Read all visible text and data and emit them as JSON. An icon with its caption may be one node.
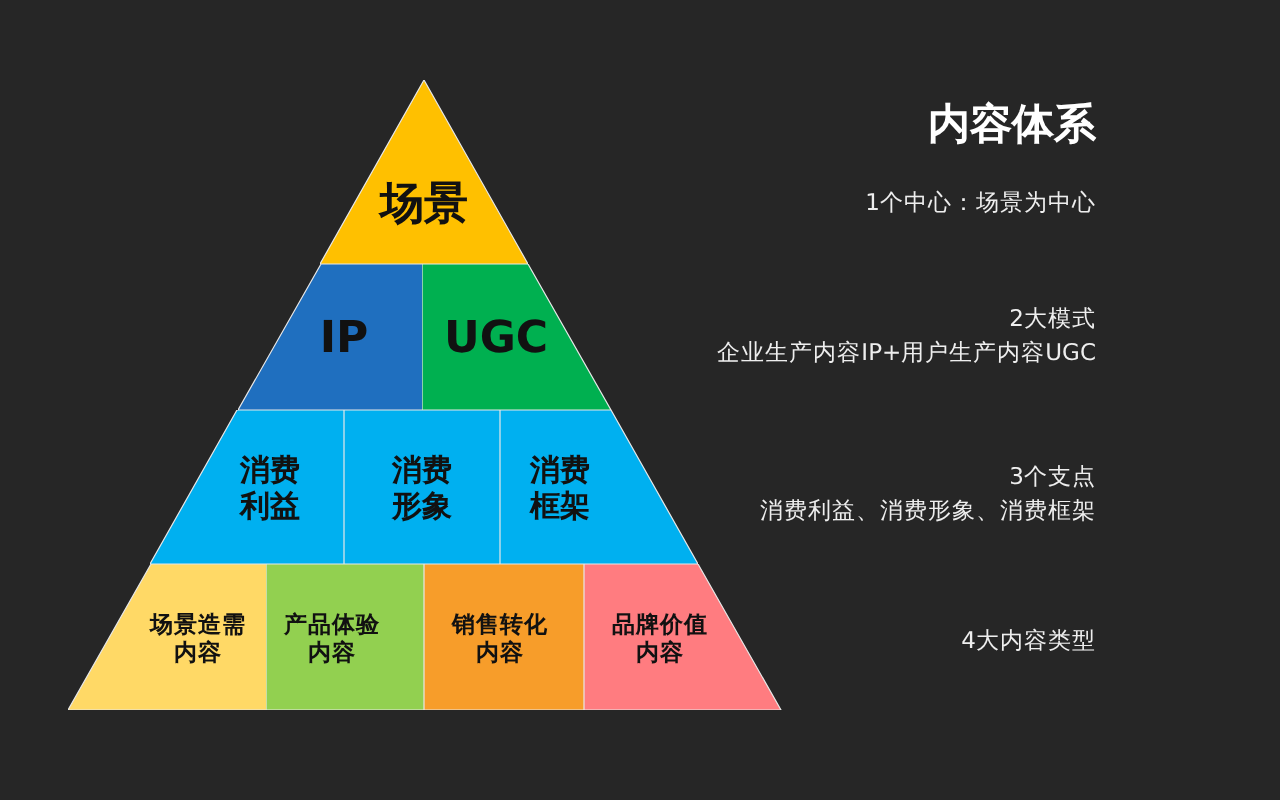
{
  "diagram": {
    "title": "内容体系",
    "nodes": [
      {
        "text": [
          "场景"
        ]
      },
      {
        "text": [
          "IP"
        ]
      },
      {
        "text": [
          "UGC"
        ]
      },
      {
        "text": [
          "消费利益"
        ]
      },
      {
        "text": [
          "消费形象"
        ]
      },
      {
        "text": [
          "消费框架"
        ]
      },
      {
        "text": [
          "场景造需内容"
        ]
      },
      {
        "text": [
          "产品体验内容"
        ]
      },
      {
        "text": [
          "销售转化内容"
        ]
      },
      {
        "text": [
          "品牌价值内容"
        ]
      }
    ],
    "labels": [
      "1个中心：场景为中心",
      "2大模式",
      "企业生产内容IP+用户生产内容UGC",
      "3个支点",
      "消费利益、消费形象、消费框架",
      "4大内容类型"
    ]
  }
}
